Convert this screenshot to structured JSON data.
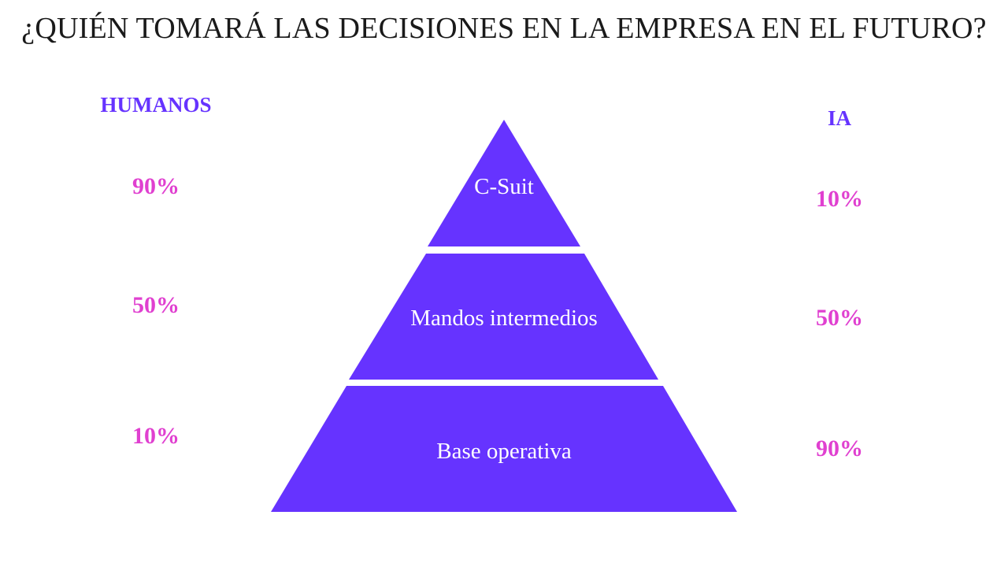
{
  "title": "¿QUIÉN TOMARÁ LAS DECISIONES EN LA EMPRESA EN EL FUTURO?",
  "colors": {
    "accent_purple": "#6633ff",
    "accent_pink": "#e040d0",
    "title_text": "#1a1a1a",
    "tier_text": "#ffffff"
  },
  "left_column": {
    "heading": "HUMANOS",
    "values": [
      "90%",
      "50%",
      "10%"
    ]
  },
  "right_column": {
    "heading": "IA",
    "values": [
      "10%",
      "50%",
      "90%"
    ]
  },
  "pyramid": {
    "tiers": [
      {
        "label": "C-Suit"
      },
      {
        "label": "Mandos intermedios"
      },
      {
        "label": "Base operativa"
      }
    ]
  }
}
